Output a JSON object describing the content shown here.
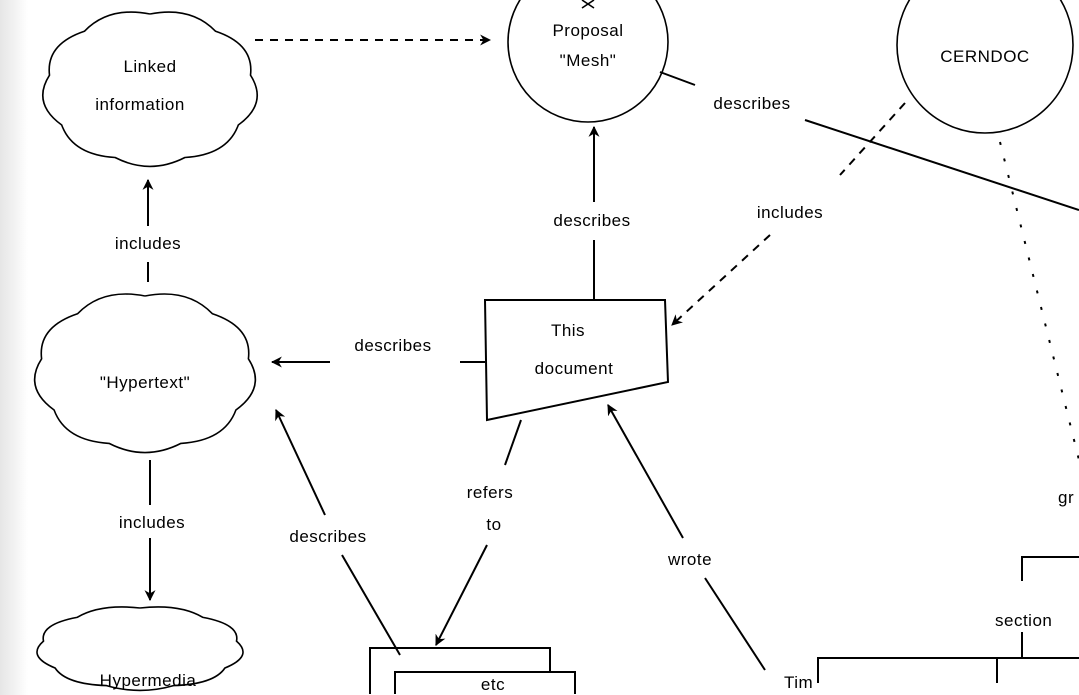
{
  "nodes": {
    "linked_information": [
      "Linked",
      "information"
    ],
    "proposal_mesh": [
      "Proposal",
      "\"Mesh\""
    ],
    "cerndoc": "CERNDOC",
    "hypertext": "\"Hypertext\"",
    "this_document": [
      "This",
      "document"
    ],
    "hypermedia": "Hypermedia",
    "etc": "etc",
    "tim": "Tim",
    "section": "section",
    "graphics_partial": "gr"
  },
  "edges": {
    "mesh_describes_right": "describes",
    "cerndoc_includes": "includes",
    "document_describes_mesh": "describes",
    "hypertext_includes_linked": "includes",
    "document_describes_hypertext": "describes",
    "document_refers_to": [
      "refers",
      "to"
    ],
    "etc_describes_hypertext": "describes",
    "tim_wrote": "wrote",
    "hypertext_includes_hypermedia": "includes"
  }
}
